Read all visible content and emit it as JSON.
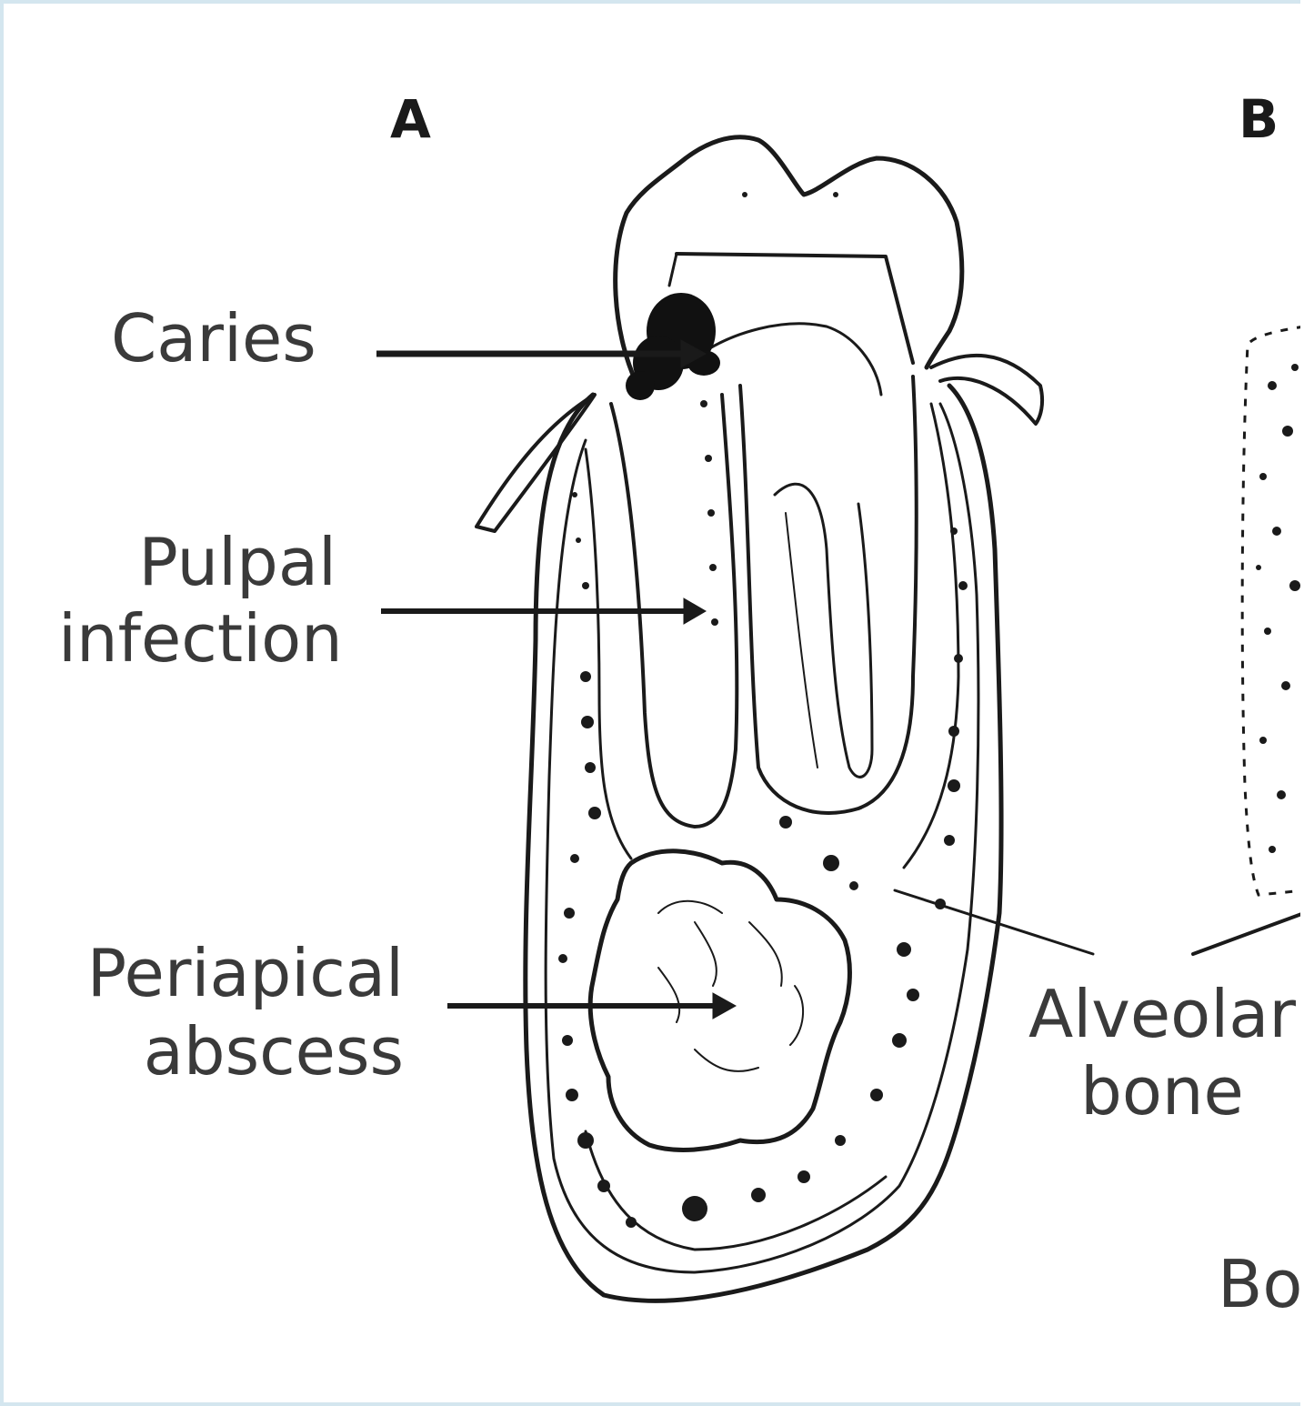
{
  "panels": {
    "a": "A",
    "b": "B"
  },
  "labels": {
    "caries": "Caries",
    "pulpal_line1": "Pulpal",
    "pulpal_line2": "infection",
    "periapical_line1": "Periapical",
    "periapical_line2": "abscess",
    "alveolar_line1": "Alveolar",
    "alveolar_line2": "bone",
    "bo": "Bo"
  },
  "colors": {
    "ink": "#1a1a1a",
    "label": "#3a3a3a",
    "border": "#d4e6ef"
  }
}
